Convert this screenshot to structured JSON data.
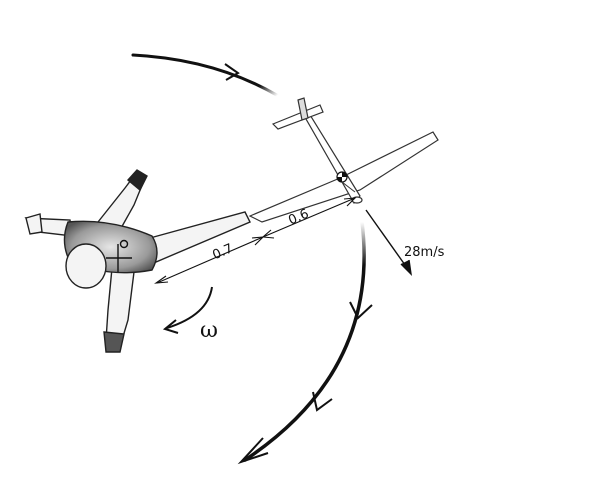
{
  "labels": {
    "length_inner": "0.7",
    "length_outer": "0.6",
    "speed": "28m/s",
    "angular_velocity": "ω"
  },
  "colors": {
    "ink": "#111111",
    "shade": "#8a8a8a",
    "skin": "#f4f4f4"
  }
}
